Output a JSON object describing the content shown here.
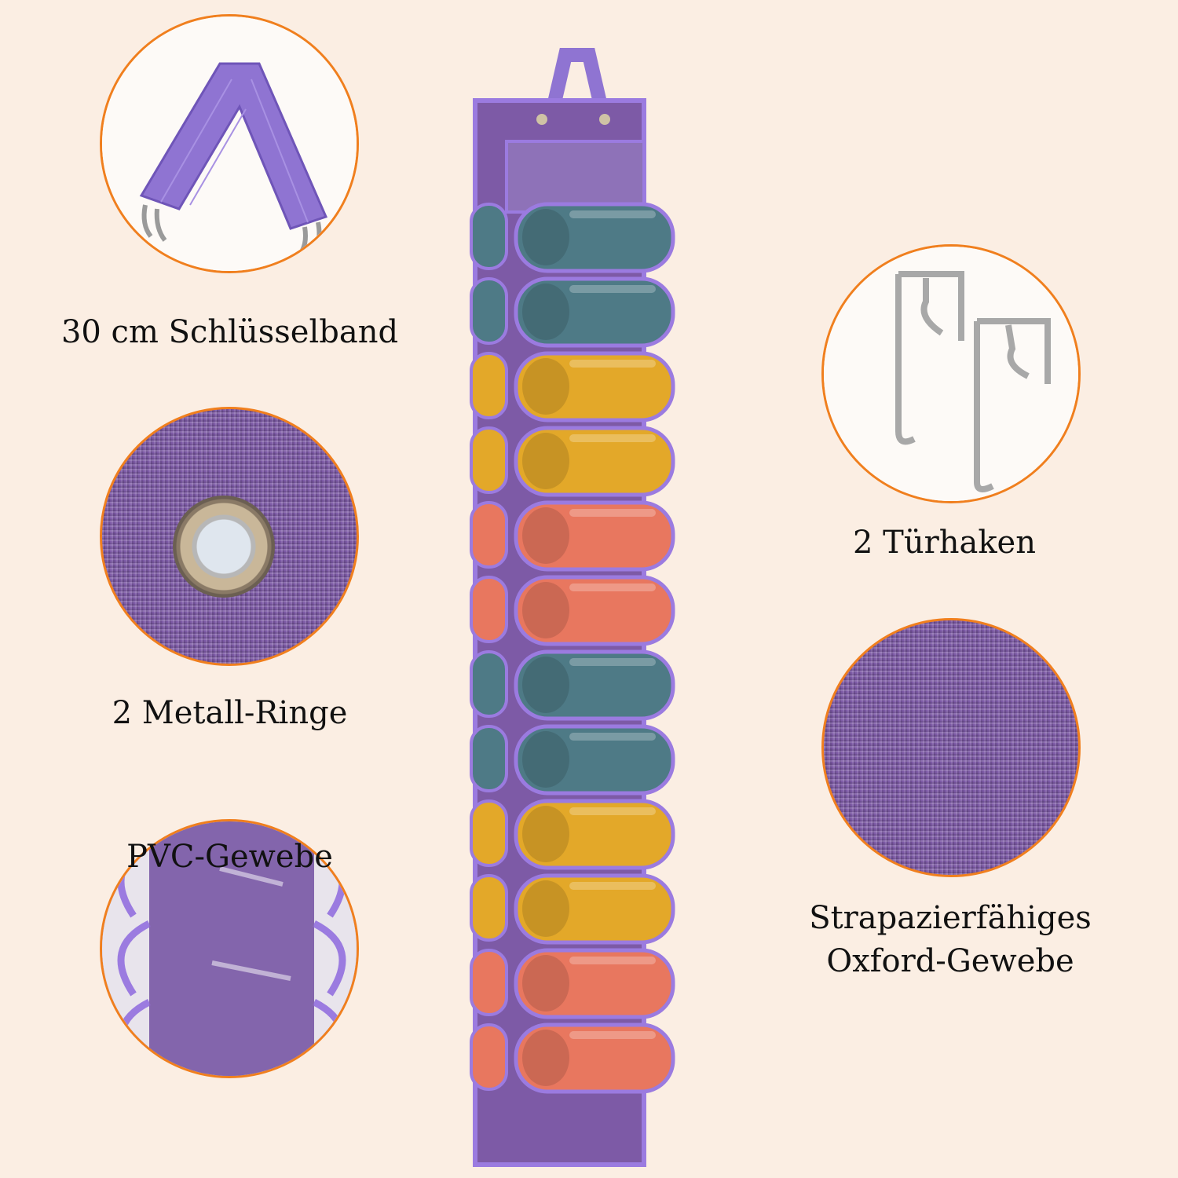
{
  "labels": {
    "strap": "30 cm Schlüsselband",
    "rings": "2 Metall-Ringe",
    "pvc": "PVC-Gewebe",
    "hooks": "2 Türhaken",
    "oxford_line1": "Strapazierfähiges",
    "oxford_line2": "Oxford-Gewebe"
  },
  "colors": {
    "background": "#fbeee3",
    "circle_border": "#f07f1e",
    "fabric": "#7d5aa6",
    "trim": "#9b7be0",
    "teal": "#4e7a86",
    "yellow": "#e3a829",
    "coral": "#e8775f"
  },
  "organizer": {
    "rows": [
      "teal",
      "teal",
      "yellow",
      "yellow",
      "coral",
      "coral",
      "teal",
      "teal",
      "yellow",
      "yellow",
      "coral",
      "coral"
    ]
  }
}
